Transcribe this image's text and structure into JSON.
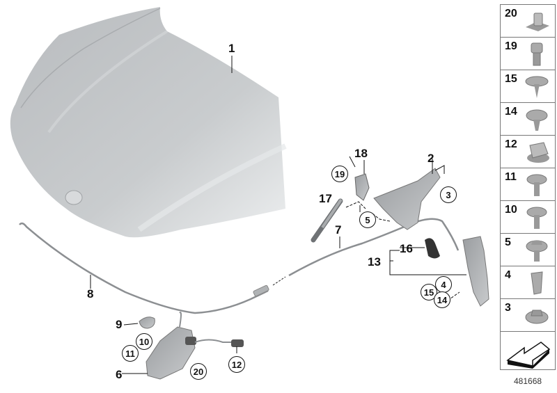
{
  "diagram": {
    "subject": "Bonnet / hood with hinges, gas strut, release cable and lock",
    "callouts_main": [
      {
        "id": "1",
        "label": "1"
      },
      {
        "id": "2",
        "label": "2"
      },
      {
        "id": "3",
        "label": "3"
      },
      {
        "id": "4",
        "label": "4"
      },
      {
        "id": "5",
        "label": "5"
      },
      {
        "id": "6",
        "label": "6"
      },
      {
        "id": "7",
        "label": "7"
      },
      {
        "id": "8",
        "label": "8"
      },
      {
        "id": "9",
        "label": "9"
      },
      {
        "id": "10",
        "label": "10"
      },
      {
        "id": "11",
        "label": "11"
      },
      {
        "id": "12",
        "label": "12"
      },
      {
        "id": "13",
        "label": "13"
      },
      {
        "id": "14",
        "label": "14"
      },
      {
        "id": "15",
        "label": "15"
      },
      {
        "id": "16",
        "label": "16"
      },
      {
        "id": "17",
        "label": "17"
      },
      {
        "id": "18",
        "label": "18"
      },
      {
        "id": "19",
        "label": "19"
      },
      {
        "id": "20",
        "label": "20"
      }
    ],
    "labels": {
      "c1": "1",
      "c2": "2",
      "c3": "3",
      "c4": "4",
      "c5": "5",
      "c6": "6",
      "c7": "7",
      "c8": "8",
      "c9": "9",
      "c10": "10",
      "c11": "11",
      "c12": "12",
      "c13": "13",
      "c14": "14",
      "c15": "15",
      "c16": "16",
      "c17": "17",
      "c18": "18",
      "c19": "19",
      "c20": "20"
    }
  },
  "sidebar": {
    "items": [
      {
        "num": "20",
        "icon": "clip-nut-icon"
      },
      {
        "num": "19",
        "icon": "hex-socket-bolt-icon"
      },
      {
        "num": "15",
        "icon": "self-tapping-screw-washer-icon"
      },
      {
        "num": "14",
        "icon": "spreading-rivet-icon"
      },
      {
        "num": "12",
        "icon": "cable-holder-icon"
      },
      {
        "num": "11",
        "icon": "torx-bolt-washer-icon"
      },
      {
        "num": "10",
        "icon": "torx-bolt-washer-icon"
      },
      {
        "num": "5",
        "icon": "hex-bolt-washer-icon"
      },
      {
        "num": "4",
        "icon": "expanding-nut-icon"
      },
      {
        "num": "3",
        "icon": "hex-nut-plate-icon"
      }
    ],
    "arrow_icon": "direction-arrow-icon"
  },
  "document_number": "481668"
}
